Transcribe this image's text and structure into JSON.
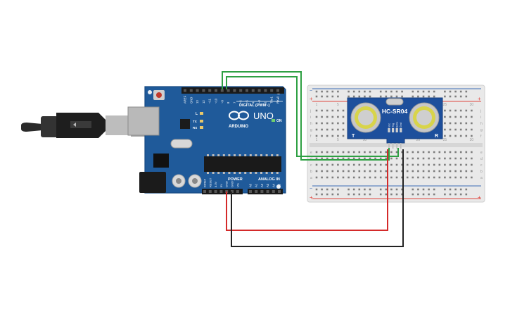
{
  "colors": {
    "board": "#1f5a9a",
    "board_edge": "#174a82",
    "breadboard": "#e9e9e9",
    "rail_red": "#e0463f",
    "rail_blue": "#3c6bb5",
    "wire_green": "#2ea043",
    "wire_red": "#d42a2a",
    "wire_black": "#222222",
    "sensor_pcb": "#1d4f9c",
    "transducer": "#d8d44a"
  },
  "board": {
    "brand": "ARDUINO",
    "model": "UNO",
    "digital_label": "DIGITAL (PWM~)",
    "power_label": "POWER",
    "analog_label": "ANALOG IN",
    "on_led": "ON",
    "tx_led": "TX",
    "rx_led": "RX",
    "l_led": "L",
    "digital_pins": [
      "AREF",
      "GND",
      "13",
      "12",
      "~11",
      "~10",
      "~9",
      "8",
      "7",
      "~6",
      "~5",
      "4",
      "~3",
      "2",
      "TX▸1",
      "RX◂0"
    ],
    "power_pins": [
      "IOREF",
      "RESET",
      "3.3V",
      "5V",
      "GND",
      "GND",
      "Vin"
    ],
    "analog_pins": [
      "A0",
      "A1",
      "A2",
      "A3",
      "A4",
      "A5"
    ]
  },
  "sensor": {
    "name": "HC-SR04",
    "pins": [
      "Vcc",
      "Trig",
      "Echo",
      "Gnd"
    ],
    "left_mark": "T",
    "right_mark": "R"
  },
  "breadboard": {
    "plus": "+",
    "minus": "−",
    "rows_top": [
      "j",
      "i",
      "h",
      "g",
      "f"
    ],
    "rows_bottom": [
      "e",
      "d",
      "c",
      "b",
      "a"
    ],
    "columns": [
      "1",
      "5",
      "10",
      "15",
      "20",
      "25",
      "30"
    ]
  },
  "icons": {
    "usb_cable": "usb-cable-icon",
    "arduino_logo": "infinity-logo-icon"
  }
}
